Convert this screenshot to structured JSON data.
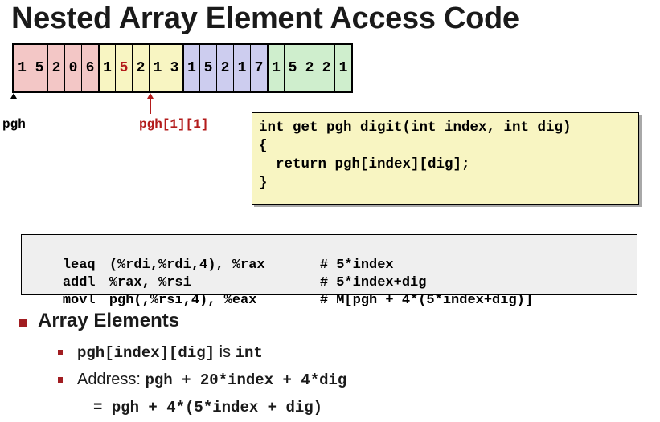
{
  "slide": {
    "title": "Nested Array Element Access Code"
  },
  "array": {
    "rows": [
      {
        "color": "#f3c7c6",
        "values": [
          "1",
          "5",
          "2",
          "0",
          "6"
        ]
      },
      {
        "color": "#f8f5c2",
        "values": [
          "1",
          "5",
          "2",
          "1",
          "3"
        ]
      },
      {
        "color": "#cdcdef",
        "values": [
          "1",
          "5",
          "2",
          "1",
          "7"
        ]
      },
      {
        "color": "#cfeecd",
        "values": [
          "1",
          "5",
          "2",
          "2",
          "1"
        ]
      }
    ],
    "highlight_index": 6,
    "highlight_color": "#b31b1b"
  },
  "pointers": {
    "base_label": "pgh",
    "element_label": "pgh[1][1]"
  },
  "c_code": {
    "lines": [
      "int get_pgh_digit(int index, int dig)",
      "{",
      "  return pgh[index][dig];",
      "}"
    ],
    "background": "#f8f5c2"
  },
  "asm": {
    "lines": [
      {
        "op": "leaq",
        "args": "(%rdi,%rdi,4), %rax",
        "comment": "# 5*index"
      },
      {
        "op": "addl",
        "args": "%rax, %rsi",
        "comment": "# 5*index+dig"
      },
      {
        "op": "movl",
        "args": "pgh(,%rsi,4), %eax",
        "comment": "# M[pgh + 4*(5*index+dig)]"
      }
    ]
  },
  "bullets": {
    "heading": "Array Elements",
    "item1_code": "pgh[index][dig]",
    "item1_text": " is ",
    "item1_type": "int",
    "item2_text": "Address: ",
    "item2_code": "pgh + 20*index + 4*dig",
    "item3_prefix": "= ",
    "item3_code": "pgh + 4*(5*index + dig)"
  },
  "accent_color": "#a11d21"
}
